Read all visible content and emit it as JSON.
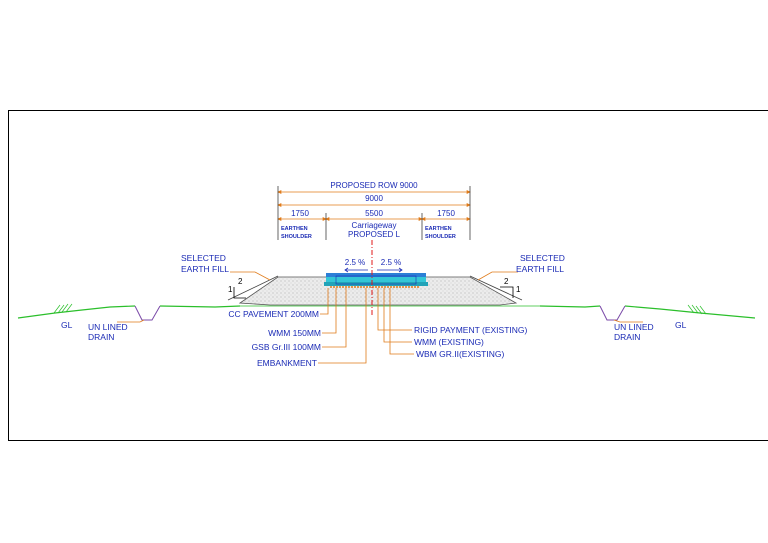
{
  "dimensions": {
    "row": "PROPOSED ROW 9000",
    "total": "9000",
    "left_shoulder": "1750",
    "carriageway": "5500",
    "right_shoulder": "1750"
  },
  "center_labels": {
    "shoulder_left": "EARTHEN SHOULDER",
    "shoulder_right": "EARTHEN SHOULDER",
    "carriageway_line1": "Carriageway",
    "carriageway_line2": "PROPOSED L"
  },
  "cross_slopes": {
    "left": "2.5 %",
    "right": "2.5 %"
  },
  "side_slopes": {
    "left_h": "2",
    "left_v": "1",
    "right_h": "2",
    "right_v": "1"
  },
  "labels": {
    "selected_fill_left_1": "SELECTED",
    "selected_fill_left_2": "EARTH FILL",
    "selected_fill_right_1": "SELECTED",
    "selected_fill_right_2": "EARTH FILL",
    "gl_left": "GL",
    "gl_right": "GL",
    "drain_left_1": "UN LINED",
    "drain_left_2": "DRAIN",
    "drain_right_1": "UN LINED",
    "drain_right_2": "DRAIN",
    "cc_pavement": "CC PAVEMENT 200MM",
    "wmm": "WMM 150MM",
    "gsb": "GSB Gr.III 100MM",
    "embankment": "EMBANKMENT",
    "rigid_existing": "RIGID PAYMENT (EXISTING)",
    "wmm_existing": "WMM (EXISTING)",
    "wbm_existing": "WBM GR.II(EXISTING)"
  },
  "colors": {
    "text": "#1b2bb5",
    "dimension_line": "#e07b1a",
    "ground": "#2bbf2b",
    "pavement": "#33c6d6",
    "centerline": "#e01818",
    "embankment": "#d8d8d8"
  }
}
